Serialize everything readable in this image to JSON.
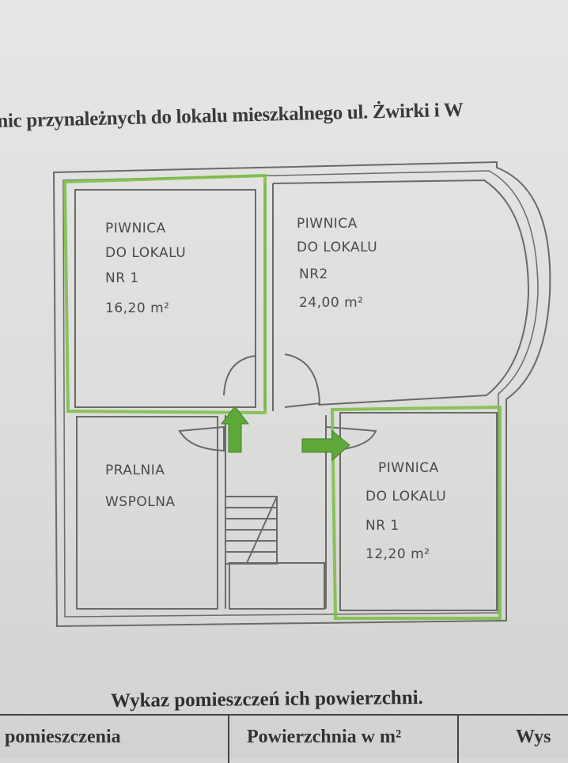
{
  "heading": "nic przynależnych do lokalu mieszkalnego ul. Żwirki i W",
  "plan": {
    "rooms": [
      {
        "lines": [
          "PIWNICA",
          "DO  LOKALU",
          "NR 1",
          "16,20  m²"
        ]
      },
      {
        "lines": [
          "PIWNICA",
          "DO LOKALU",
          "NR2",
          "24,00  m²"
        ]
      },
      {
        "lines": [
          "PRALNIA",
          "WSPOLNA"
        ]
      },
      {
        "lines": [
          "PIWNICA",
          "DO LOKALU",
          "NR 1",
          "12,20 m²"
        ]
      }
    ],
    "highlight_color": "#7fbf4a",
    "arrow_color": "#5fa83a"
  },
  "caption": "Wykaz pomieszczeń ich powierzchni.",
  "table": {
    "headers": [
      "pomieszczenia",
      "Powierzchnia w m²",
      "Wys"
    ]
  }
}
